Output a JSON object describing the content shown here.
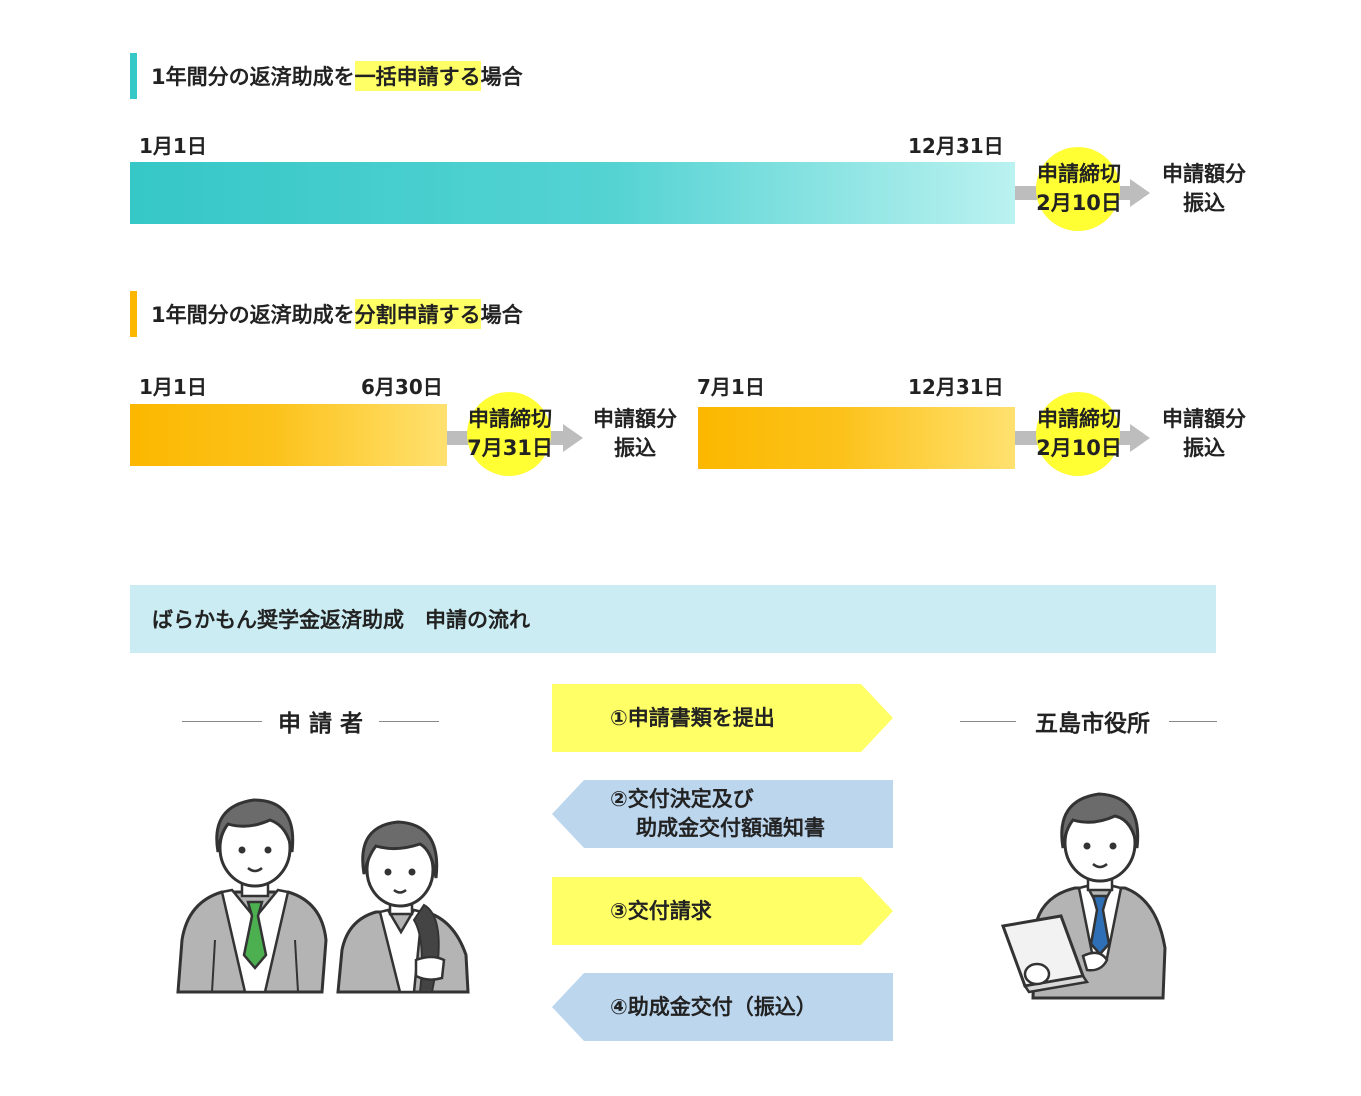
{
  "lump_sum": {
    "heading_pre": "1年間分の返済助成を",
    "heading_hl": "一括申請する",
    "heading_post": "場合",
    "start_date": "1月1日",
    "end_date": "12月31日",
    "deadline_line1": "申請締切",
    "deadline_line2": "2月10日",
    "payout_line1": "申請額分",
    "payout_line2": "振込",
    "accent_color": "#36c7c7"
  },
  "split": {
    "heading_pre": "1年間分の返済助成を",
    "heading_hl": "分割申請する",
    "heading_post": "場合",
    "accent_color": "#fcb800",
    "periods": [
      {
        "start_date": "1月1日",
        "end_date": "6月30日",
        "deadline_line1": "申請締切",
        "deadline_line2": "7月31日",
        "payout_line1": "申請額分",
        "payout_line2": "振込"
      },
      {
        "start_date": "7月1日",
        "end_date": "12月31日",
        "deadline_line1": "申請締切",
        "deadline_line2": "2月10日",
        "payout_line1": "申請額分",
        "payout_line2": "振込"
      }
    ]
  },
  "flow": {
    "title": "ばらかもん奨学金返済助成　申請の流れ",
    "applicant_label": "申 請 者",
    "office_label": "五島市役所",
    "steps": [
      {
        "line1": "①申請書類を提出",
        "line2": "",
        "direction": "right"
      },
      {
        "line1": "②交付決定及び",
        "line2": "助成金交付額通知書",
        "direction": "left"
      },
      {
        "line1": "③交付請求",
        "line2": "",
        "direction": "right"
      },
      {
        "line1": "④助成金交付（振込）",
        "line2": "",
        "direction": "left"
      }
    ]
  },
  "colors": {
    "highlight": "#ffff66",
    "deadline_circle": "#ffff33",
    "banner": "#cbecf2",
    "step_to_office": "#ffff66",
    "step_to_applicant": "#bcd6ee"
  }
}
